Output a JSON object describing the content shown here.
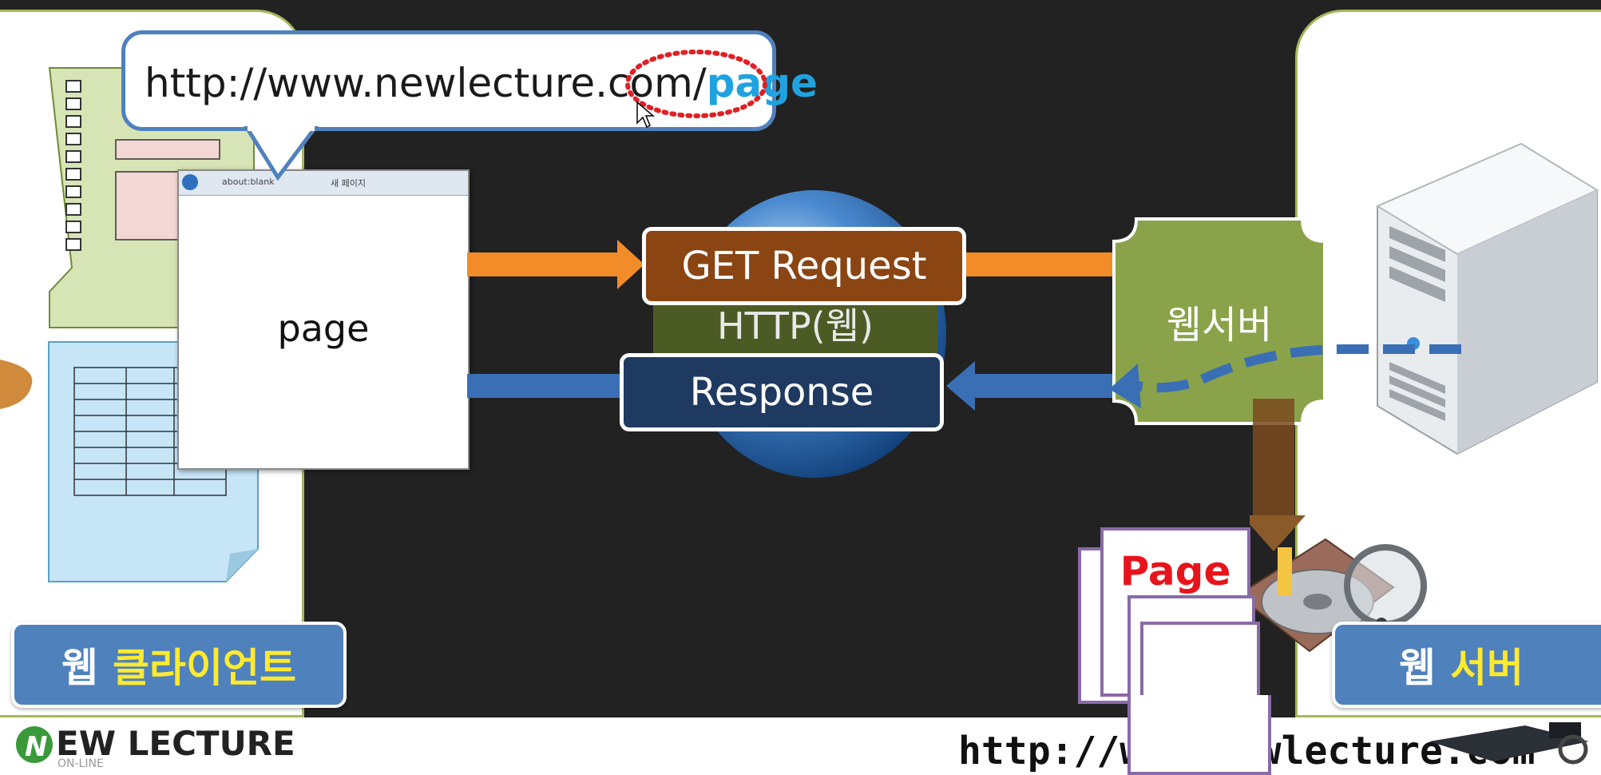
{
  "url_bubble": {
    "url_prefix": "http://www.newlecture.com/",
    "url_page": "page"
  },
  "browser": {
    "tab1": "about:blank",
    "tab2": "새 페이지",
    "content": "page"
  },
  "flow": {
    "request": "GET Request",
    "protocol": "HTTP(웹)",
    "response": "Response"
  },
  "web_server_box": "웹서버",
  "client_label": {
    "prefix": "웹",
    "highlight": "클라이언트"
  },
  "server_label": {
    "prefix": "웹",
    "highlight": "서버"
  },
  "page_doc": "Page",
  "footer": {
    "logo": "EW LECTURE",
    "logo_sub": "ON-LINE",
    "url": "http://www.newlecture.com"
  },
  "colors": {
    "request_arrow": "#f28c28",
    "response_arrow": "#3a6fb5",
    "label_blue": "#4f81bd",
    "server_green": "#8aa34a",
    "accent_yellow": "#ffea2e"
  }
}
